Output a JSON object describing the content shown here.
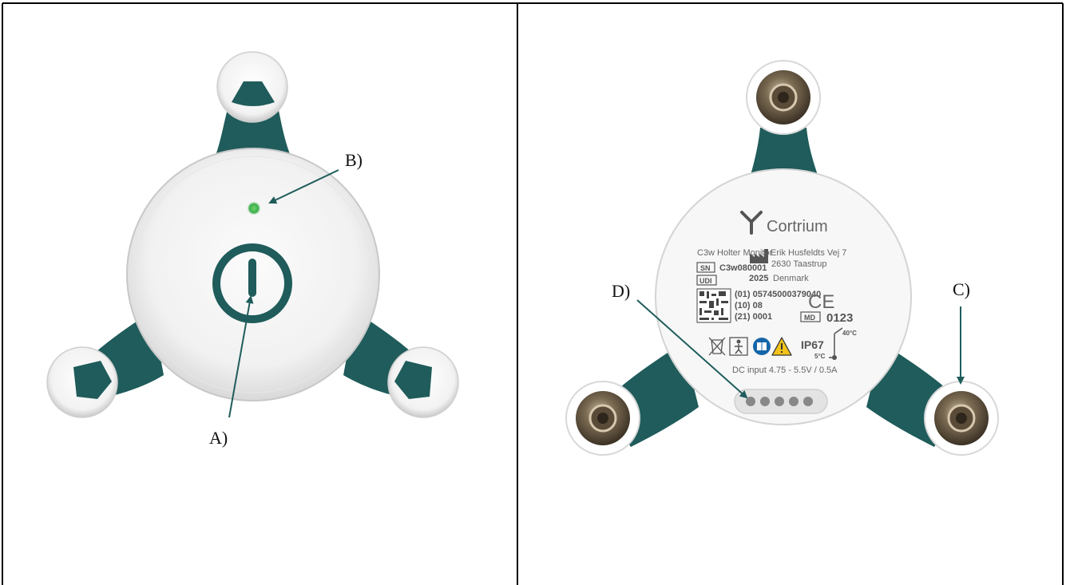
{
  "callouts": {
    "a": "A)",
    "b": "B)",
    "c": "C)",
    "d": "D)"
  },
  "label": {
    "brand": "Cortrium",
    "model": "C3w Holter Monitor",
    "sn_box": "SN",
    "serial": "C3w080001",
    "udi_box": "UDI",
    "address_line1": "Erik Husfeldts Vej 7",
    "address_line2": "2630 Taastrup",
    "year": "2025",
    "country": "Denmark",
    "udi_line1": "(01) 05745000379040",
    "udi_line2": "(10) 08",
    "udi_line3": "(21) 0001",
    "ce_mark": "CE",
    "md_box": "MD",
    "notified_body": "0123",
    "ip_rating": "IP67",
    "temp_max": "40°C",
    "temp_min": "5°C",
    "dc_input": "DC input 4.75 - 5.5V / 0.5A"
  },
  "colors": {
    "teal": "#1f5c5b",
    "led_green": "#3cae4a",
    "body_white": "#f3f3f3",
    "snap_metal": "#6b5a45"
  }
}
